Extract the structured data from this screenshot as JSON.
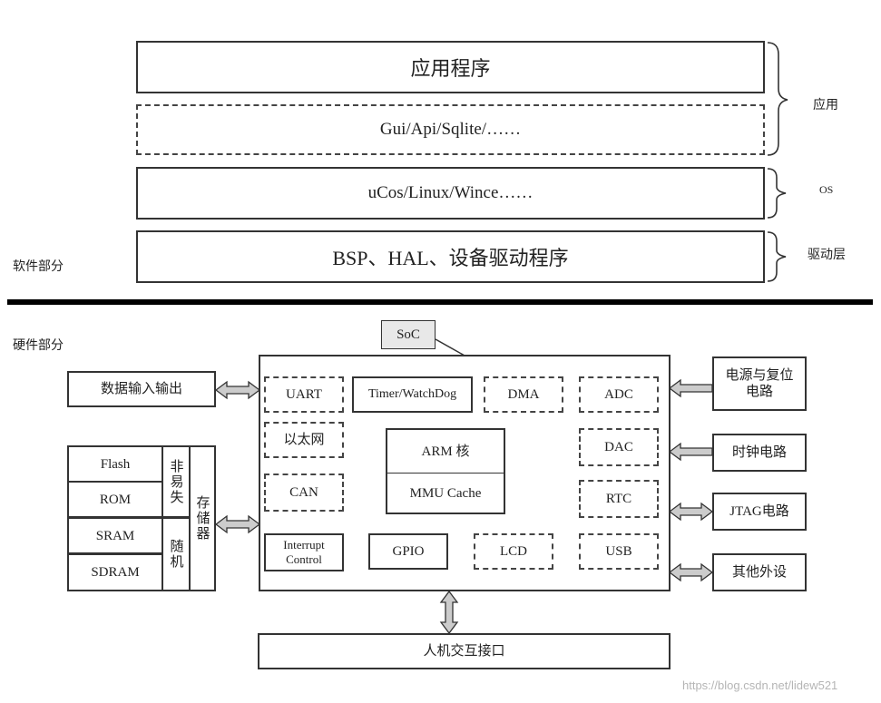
{
  "software": {
    "section_label": "软件部分",
    "layers": [
      {
        "id": "app",
        "text": "应用程序"
      },
      {
        "id": "gui",
        "text": "Gui/Api/Sqlite/……"
      },
      {
        "id": "os",
        "text": "uCos/Linux/Wince……"
      },
      {
        "id": "bsp",
        "text": "BSP、HAL、设备驱动程序"
      }
    ],
    "brace_labels": {
      "app": "应用",
      "os": "OS",
      "driver": "驱动层"
    }
  },
  "hardware": {
    "section_label": "硬件部分",
    "soc_label": "SoC",
    "modules": {
      "uart": "UART",
      "timer": "Timer/WatchDog",
      "dma": "DMA",
      "adc": "ADC",
      "ethernet": "以太网",
      "arm_core": "ARM 核",
      "mmu": "MMU Cache",
      "dac": "DAC",
      "can": "CAN",
      "rtc": "RTC",
      "interrupt_line1": "Interrupt",
      "interrupt_line2": "Control",
      "gpio": "GPIO",
      "lcd": "LCD",
      "usb": "USB"
    },
    "left": {
      "data_io": "数据输入输出",
      "memories": [
        "Flash",
        "ROM",
        "SRAM",
        "SDRAM"
      ],
      "nonvolatile": "非易失",
      "random": "随机",
      "storage": "存储器"
    },
    "right": {
      "power_line1": "电源与复位",
      "power_line2": "电路",
      "clock": "时钟电路",
      "jtag": "JTAG电路",
      "peripheral": "其他外设"
    },
    "bottom": {
      "hmi": "人机交互接口"
    }
  },
  "watermark": "https://blog.csdn.net/lidew521"
}
